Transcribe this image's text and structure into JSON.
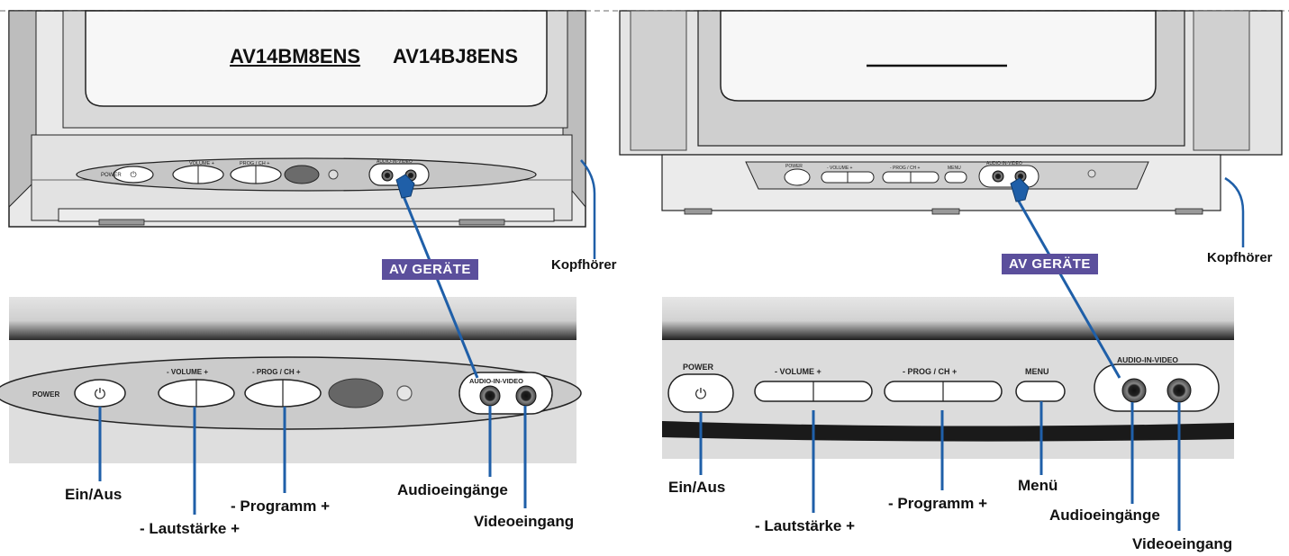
{
  "models": {
    "left_model_a": "AV14BM8ENS",
    "left_model_b": "AV14BJ8ENS"
  },
  "badge": "AV GERÄTE",
  "left": {
    "small_labels": {
      "power": "POWER",
      "volume": "VOLUME +",
      "prog": "PROG / CH +",
      "audio_video": "AUDIO-IN-VIDEO"
    },
    "panel_labels": {
      "power": "POWER",
      "volume": "-  VOLUME  +",
      "prog": "-  PROG / CH  +",
      "audio_video": "AUDIO-IN-VIDEO"
    },
    "callouts": {
      "headphones": "Kopfhörer",
      "on_off": "Ein/Aus",
      "volume": "- Lautstärke +",
      "program": "- Programm +",
      "audio_inputs": "Audioeingänge",
      "video_input": "Videoeingang"
    }
  },
  "right": {
    "small_labels": {
      "power": "POWER",
      "volume": "- VOLUME +",
      "prog": "- PROG / CH +",
      "menu": "MENU",
      "audio_video": "AUDIO-IN-VIDEO"
    },
    "panel_labels": {
      "power": "POWER",
      "volume": "-  VOLUME  +",
      "prog": "-  PROG / CH  +",
      "menu": "MENU",
      "audio_video": "AUDIO-IN-VIDEO"
    },
    "callouts": {
      "headphones": "Kopfhörer",
      "on_off": "Ein/Aus",
      "volume": "- Lautstärke +",
      "program": "- Programm +",
      "menu": "Menü",
      "audio_inputs": "Audioeingänge",
      "video_input": "Videoeingang"
    }
  },
  "colors": {
    "callout_line": "#1f5fa8",
    "badge_bg": "#5b4f9c",
    "tv_body": "#e8e8e8",
    "screen": "#f6f6f6"
  }
}
